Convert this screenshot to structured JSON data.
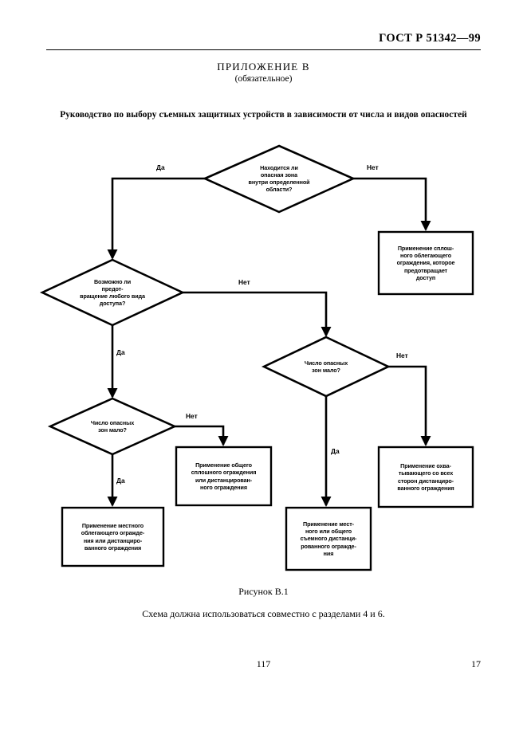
{
  "header": {
    "standard_number": "ГОСТ Р 51342—99"
  },
  "appendix": {
    "title": "ПРИЛОЖЕНИЕ В",
    "subtitle": "(обязательное)",
    "guide_title": "Руководство по выбору съемных защитных устройств в зависимости от числа и видов опасностей"
  },
  "flowchart": {
    "decisions": [
      {
        "id": "d1",
        "text": "Находится ли\nопасная зона\nвнутри определенной\nобласти?"
      },
      {
        "id": "d2",
        "text": "Возможно ли\nпредот-\nвращение любого вида\nдоступа?"
      },
      {
        "id": "d3",
        "text": "Число опасных\nзон мало?"
      },
      {
        "id": "d4",
        "text": "Число опасных\nзон мало?"
      }
    ],
    "actions": [
      {
        "id": "a1",
        "text": "Применение сплош-\nного облегающего\nограждения, которое\nпредотвращает\nдоступ"
      },
      {
        "id": "a2",
        "text": "Применение общего\nсплошного ограждения\nили дистанцирован-\nного ограждения"
      },
      {
        "id": "a3",
        "text": "Применение охва-\nтывающего со всех\nсторон дистанциро-\nванного ограждения"
      },
      {
        "id": "a4",
        "text": "Применение местного\nоблегающего огражде-\nния или дистанциро-\nванного ограждения"
      },
      {
        "id": "a5",
        "text": "Применение мест-\nного или общего\nсъемного дистанци-\nрованного огражде-\nния"
      }
    ],
    "edge_labels": {
      "d1_yes": "Да",
      "d1_no": "Нет",
      "d2_yes": "Да",
      "d2_no": "Нет",
      "d3_yes": "Да",
      "d3_no": "Нет",
      "d4_yes": "Да",
      "d4_no": "Нет"
    },
    "line_color": "#000000"
  },
  "caption": {
    "figure": "Рисунок В.1",
    "note": "Схема должна использоваться совместно с разделами 4 и 6."
  },
  "footer": {
    "page_center": "117",
    "page_right": "17"
  }
}
